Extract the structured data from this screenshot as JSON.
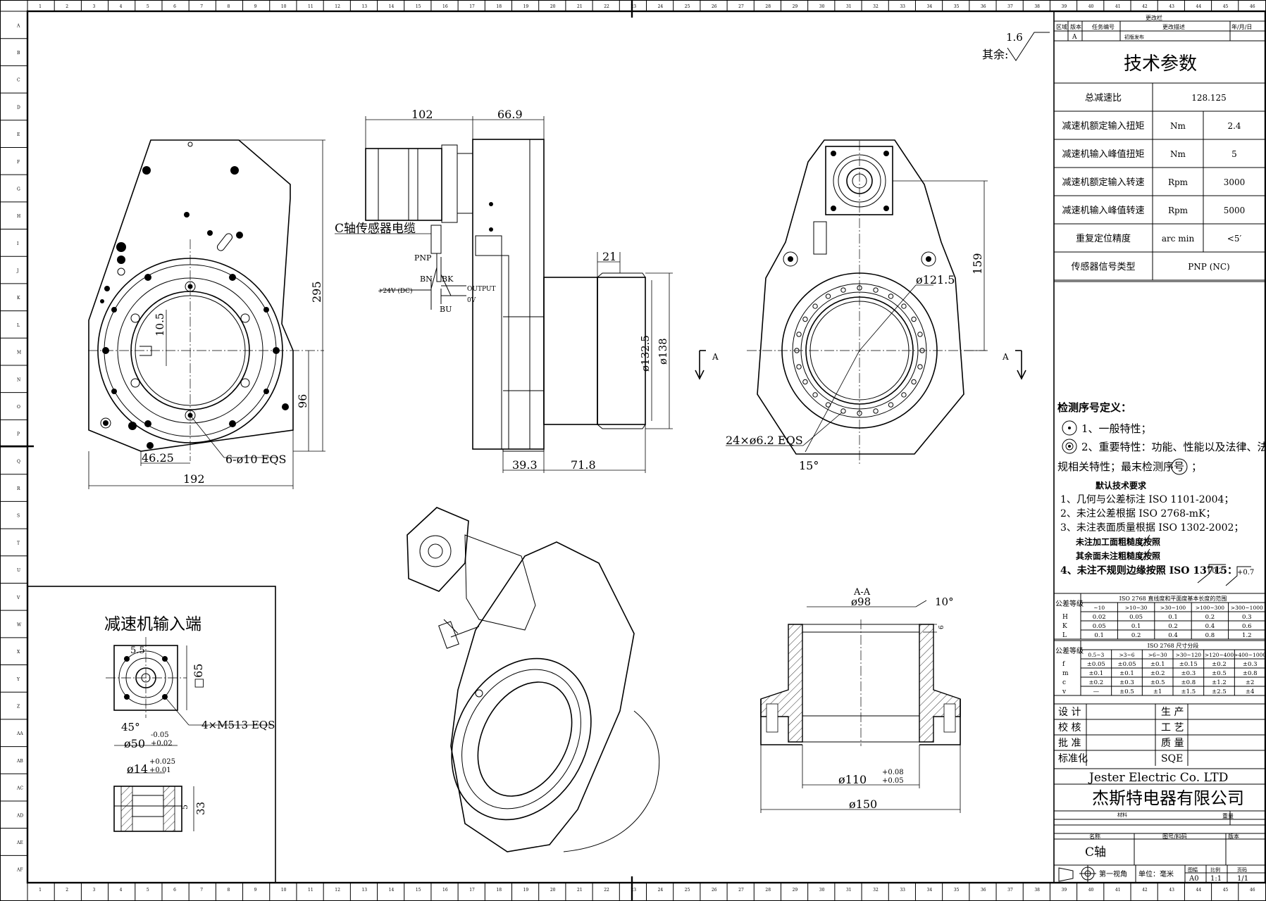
{
  "title_block": {
    "revision_header": "更改栏",
    "rev_cols": [
      "区域",
      "版本",
      "任务编号",
      "更改描述",
      "年/月/日"
    ],
    "rev_row": {
      "version": "A",
      "desc": "初版发布"
    },
    "tech_title": "技术参数",
    "params": [
      {
        "name": "总减速比",
        "unit": "",
        "value": "128.125"
      },
      {
        "name": "减速机额定输入扭矩",
        "unit": "Nm",
        "value": "2.4"
      },
      {
        "name": "减速机输入峰值扭矩",
        "unit": "Nm",
        "value": "5"
      },
      {
        "name": "减速机额定输入转速",
        "unit": "Rpm",
        "value": "3000"
      },
      {
        "name": "减速机输入峰值转速",
        "unit": "Rpm",
        "value": "5000"
      },
      {
        "name": "重复定位精度",
        "unit": "arc min",
        "value": "<5′"
      },
      {
        "name": "传感器信号类型",
        "unit": "",
        "value": "PNP (NC)"
      }
    ],
    "inspection_title": "检测序号定义：",
    "inspection_1": "1、一般特性；",
    "inspection_2": "2、重要特性：功能、性能以及法律、法",
    "inspection_3": "规相关特性；最末检测序号",
    "inspection_3_tail": "；",
    "tech_req_title": "默认技术要求",
    "tech_req": [
      "1、几何与公差标注 ISO 1101-2004；",
      "2、未注公差根据 ISO 2768-mK；",
      "3、未注表面质量根据 ISO 1302-2002；",
      "未注加工面粗糙度按照",
      "其余面未注粗糙度按照",
      "4、未注不规则边缘按照 ISO 13715："
    ],
    "edge_vals": [
      "-0.2",
      "+0.7"
    ],
    "tol_label_1": "公差等级",
    "tol_title_1": "ISO 2768 直线度和平面度基本长度的范围",
    "tol_head_1": [
      "~10",
      ">10~30",
      ">30~100",
      ">100~300",
      ">300~1000"
    ],
    "tol_rows_1": [
      [
        "H",
        "0.02",
        "0.05",
        "0.1",
        "0.2",
        "0.3"
      ],
      [
        "K",
        "0.05",
        "0.1",
        "0.2",
        "0.4",
        "0.6"
      ],
      [
        "L",
        "0.1",
        "0.2",
        "0.4",
        "0.8",
        "1.2"
      ]
    ],
    "tol_label_2": "公差等级",
    "tol_title_2": "ISO 2768 尺寸分段",
    "tol_head_2": [
      "0.5~3",
      ">3~6",
      ">6~30",
      ">30~120",
      ">120~400",
      ">400~1000"
    ],
    "tol_rows_2": [
      [
        "f",
        "±0.05",
        "±0.05",
        "±0.1",
        "±0.15",
        "±0.2",
        "±0.3"
      ],
      [
        "m",
        "±0.1",
        "±0.1",
        "±0.2",
        "±0.3",
        "±0.5",
        "±0.8"
      ],
      [
        "c",
        "±0.2",
        "±0.3",
        "±0.5",
        "±0.8",
        "±1.2",
        "±2"
      ],
      [
        "v",
        "—",
        "±0.5",
        "±1",
        "±1.5",
        "±2.5",
        "±4"
      ]
    ],
    "sign_rows": [
      [
        "设 计",
        "生 产"
      ],
      [
        "校 核",
        "工 艺"
      ],
      [
        "批 准",
        "质 量"
      ],
      [
        "标准化",
        "SQE"
      ]
    ],
    "company_en": "Jester Electric Co. LTD",
    "company_cn": "杰斯特电器有限公司",
    "material_label": "材料",
    "weight_label": "重量",
    "name_label": "名称",
    "drawing_no_label": "图号/料码",
    "version_label": "版本",
    "part_name": "C轴",
    "projection": "第一视角",
    "unit_text": "单位：毫米",
    "size_label": "图幅",
    "size_val": "A0",
    "scale_label": "比例",
    "scale_val": "1:1",
    "sheet_label": "页码",
    "sheet_val": "1/1"
  },
  "roughness": {
    "prefix": "其余:",
    "value": "1.6"
  },
  "views": {
    "front": {
      "dims": [
        "295",
        "96",
        "192",
        "46.25",
        "10.5",
        "6-ø10 EQS"
      ]
    },
    "side": {
      "dims": [
        "102",
        "66.9",
        "21",
        "ø132.5",
        "ø138",
        "39.3",
        "71.8"
      ],
      "cable_label": "C轴传感器电缆",
      "wires": [
        "PNP",
        "BN",
        "BK",
        "+24V (DC)",
        "OUTPUT",
        "0V",
        "BU"
      ]
    },
    "rear": {
      "dims": [
        "159",
        "ø121.5",
        "24×ø6.2 EQS",
        "15°"
      ],
      "section_mark": "A"
    },
    "section": {
      "title": "A-A",
      "dims": [
        "ø98",
        "10°",
        "ø110",
        "+0.08",
        "+0.05",
        "ø150",
        "6"
      ]
    },
    "input": {
      "title": "减速机输入端",
      "dims": [
        "5.5",
        "□65",
        "45°",
        "4×M5",
        "13 EQS",
        "ø50",
        "-0.05",
        "+0.02",
        "ø14",
        "+0.025",
        "+0.01",
        "33",
        "5"
      ]
    }
  },
  "border": {
    "cols": [
      "1",
      "2",
      "3",
      "4",
      "5",
      "6",
      "7",
      "8",
      "9",
      "10",
      "11",
      "12",
      "13",
      "14",
      "15",
      "16",
      "17",
      "18",
      "19",
      "20",
      "21",
      "22",
      "23",
      "24",
      "25",
      "26",
      "27",
      "28",
      "29",
      "30",
      "31",
      "32",
      "33",
      "34",
      "35",
      "36",
      "37",
      "38",
      "39",
      "40",
      "41",
      "42",
      "43",
      "44",
      "45",
      "46"
    ],
    "rows": [
      "A",
      "B",
      "C",
      "D",
      "E",
      "F",
      "G",
      "H",
      "I",
      "J",
      "K",
      "L",
      "M",
      "N",
      "O",
      "P",
      "Q",
      "R",
      "S",
      "T",
      "U",
      "V",
      "W",
      "X",
      "Y",
      "Z",
      "AA",
      "AB",
      "AC",
      "AD",
      "AE",
      "AF"
    ]
  }
}
